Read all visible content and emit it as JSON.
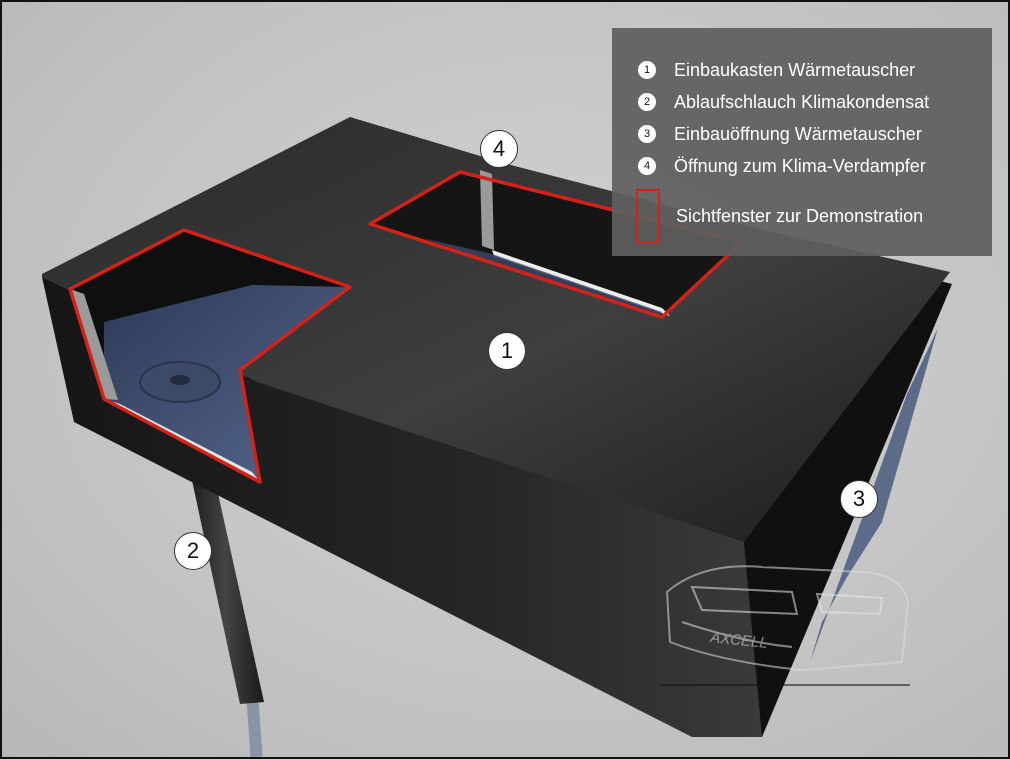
{
  "callouts": [
    "1",
    "2",
    "3",
    "4"
  ],
  "legend": {
    "items": [
      {
        "number": "1",
        "text": "Einbaukasten Wärmetauscher"
      },
      {
        "number": "2",
        "text": "Ablaufschlauch Klimakondensat"
      },
      {
        "number": "3",
        "text": "Einbauöffnung Wärmetauscher"
      },
      {
        "number": "4",
        "text": "Öffnung zum Klima-Verdampfer"
      }
    ],
    "window_label": "Sichtfenster zur Demonstration"
  },
  "colors": {
    "background": "#c4c4c4",
    "box": "#1e1e1e",
    "highlight_outline": "#d42218",
    "water": "#4a5a80",
    "legend_panel": "#5f5f5f"
  },
  "logo_text": "AXCELL"
}
